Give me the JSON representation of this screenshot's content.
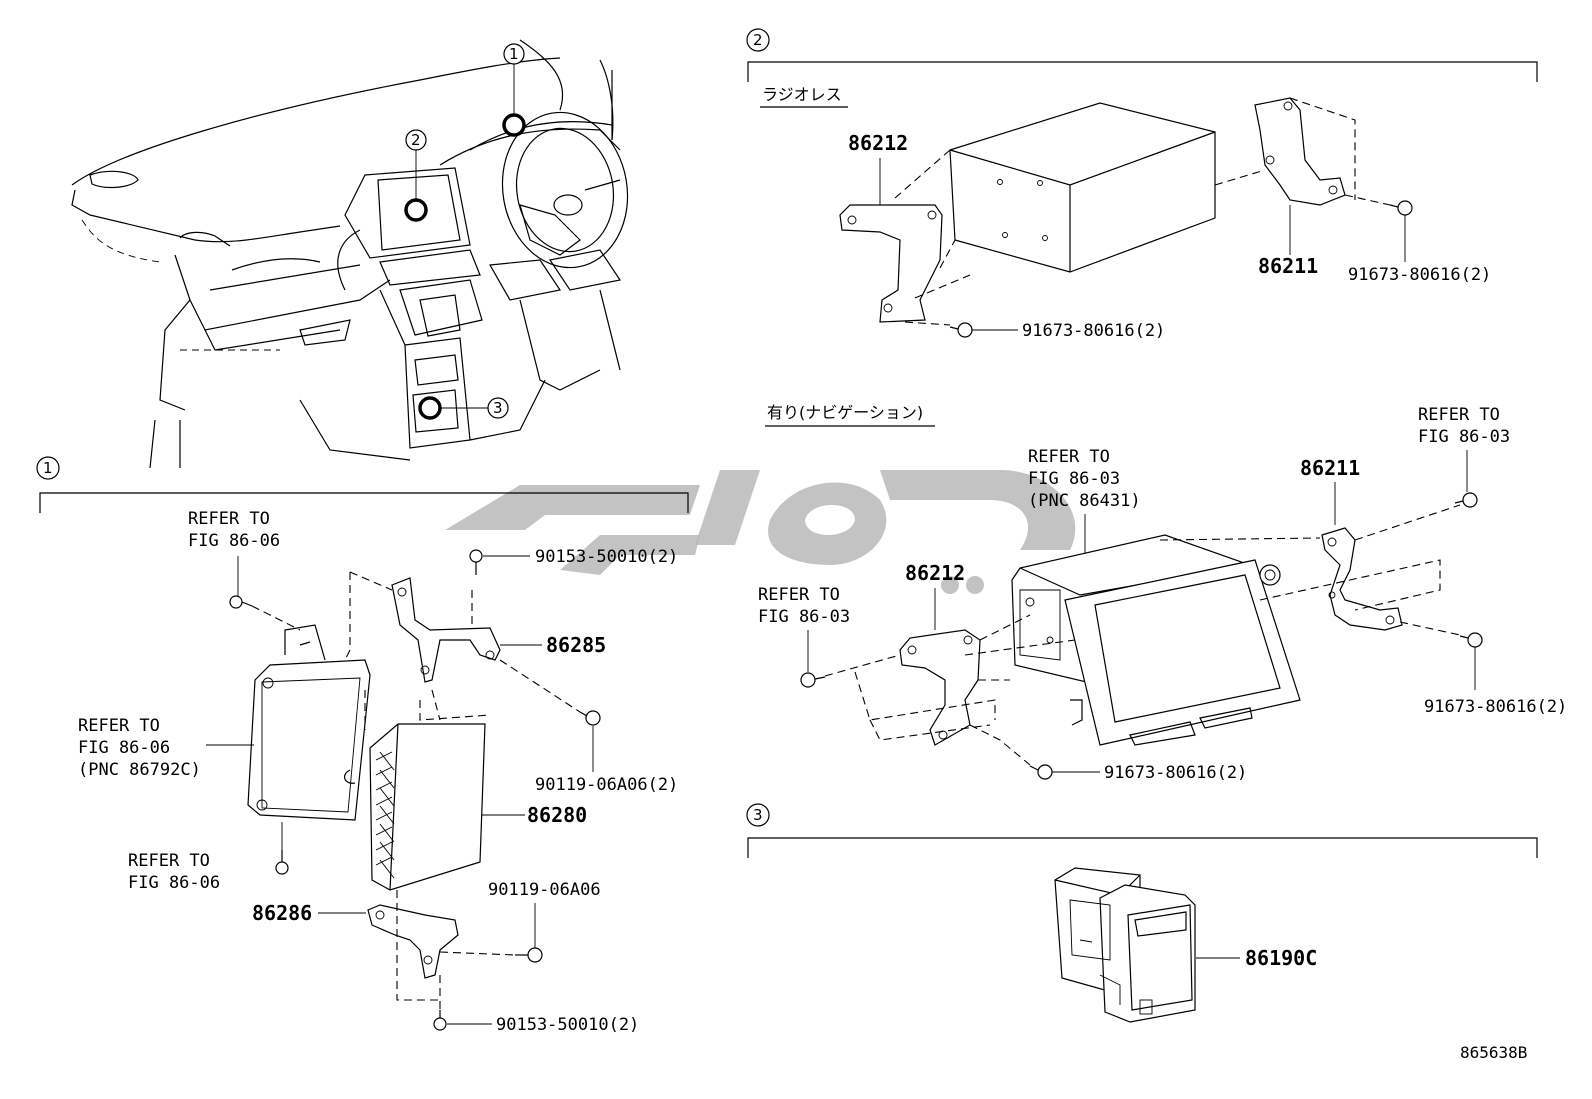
{
  "callouts": {
    "c1": "1",
    "c2": "2",
    "c3": "3"
  },
  "section1": {
    "number": "1",
    "refer_top": [
      "REFER TO",
      "FIG 86-06"
    ],
    "refer_left": [
      "REFER TO",
      "FIG 86-06",
      "(PNC 86792C)"
    ],
    "refer_bottom": [
      "REFER TO",
      "FIG 86-06"
    ],
    "parts": {
      "p86285": "86285",
      "p86280": "86280",
      "p86286": "86286",
      "bolt_top": "90153-50010(2)",
      "bolt_mid": "90119-06A06(2)",
      "bolt_lower": "90119-06A06",
      "bolt_bottom": "90153-50010(2)"
    }
  },
  "section2": {
    "number": "2",
    "variant_a": "ラジオレス",
    "variant_b": "有り(ナビゲーション)",
    "parts_a": {
      "p86212": "86212",
      "p86211": "86211",
      "bolt_right": "91673-80616(2)",
      "bolt_left": "91673-80616(2)"
    },
    "parts_b": {
      "refer_center": [
        "REFER TO",
        "FIG 86-03",
        "(PNC 86431)"
      ],
      "refer_right": [
        "REFER TO",
        "FIG 86-03"
      ],
      "refer_left": [
        "REFER TO",
        "FIG 86-03"
      ],
      "p86211": "86211",
      "p86212": "86212",
      "bolt_right": "91673-80616(2)",
      "bolt_bottom": "91673-80616(2)"
    }
  },
  "section3": {
    "number": "3",
    "p86190C": "86190C"
  },
  "figure_id": "865638B"
}
